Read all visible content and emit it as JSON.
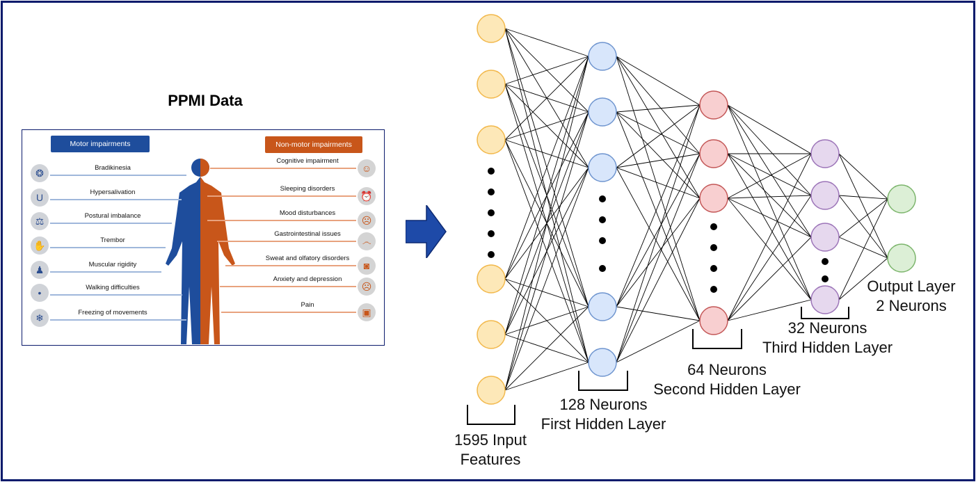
{
  "ppmi": {
    "title": "PPMI Data",
    "motor_header": "Motor impairments",
    "nonmotor_header": "Non-motor impairments",
    "motor_items": [
      {
        "label": "Bradikinesia",
        "icon": "brain-icon"
      },
      {
        "label": "Hypersalivation",
        "icon": "mouth-icon"
      },
      {
        "label": "Postural imbalance",
        "icon": "scale-icon"
      },
      {
        "label": "Trembor",
        "icon": "hand-icon"
      },
      {
        "label": "Muscular rigidity",
        "icon": "body-icon"
      },
      {
        "label": "Walking difficulties",
        "icon": "footprints-icon"
      },
      {
        "label": "Freezing of movements",
        "icon": "snowflake-icon"
      }
    ],
    "nonmotor_items": [
      {
        "label": "Cognitive impairment",
        "icon": "head-icon"
      },
      {
        "label": "Sleeping disorders",
        "icon": "alarm-clock-icon"
      },
      {
        "label": "Mood disturbances",
        "icon": "sad-face-icon"
      },
      {
        "label": "Gastrointestinal issues",
        "icon": "stomach-icon"
      },
      {
        "label": "Sweat and olfatory disorders",
        "icon": "drop-icon"
      },
      {
        "label": "Anxiety and depression",
        "icon": "worried-face-icon"
      },
      {
        "label": "Pain",
        "icon": "pills-icon"
      }
    ],
    "colors": {
      "motor": "#1e4d9c",
      "nonmotor": "#c8561a"
    }
  },
  "network": {
    "layers": [
      {
        "neurons_label": "1595 Input",
        "layer_label": "Features",
        "fill": "#fde8b8",
        "stroke": "#f2b84b"
      },
      {
        "neurons_label": "128 Neurons",
        "layer_label": "First Hidden Layer",
        "fill": "#d8e6fb",
        "stroke": "#6f95cf"
      },
      {
        "neurons_label": "64 Neurons",
        "layer_label": "Second Hidden Layer",
        "fill": "#f8cfd0",
        "stroke": "#c35757"
      },
      {
        "neurons_label": "32 Neurons",
        "layer_label": "Third Hidden Layer",
        "fill": "#e6d8ee",
        "stroke": "#9c74b8"
      },
      {
        "neurons_label": "Output Layer",
        "layer_label": "2 Neurons",
        "fill": "#dcefd6",
        "stroke": "#7cb56c"
      }
    ]
  },
  "arrow": {
    "icon": "right-arrow-icon",
    "color": "#1e4aa8"
  }
}
